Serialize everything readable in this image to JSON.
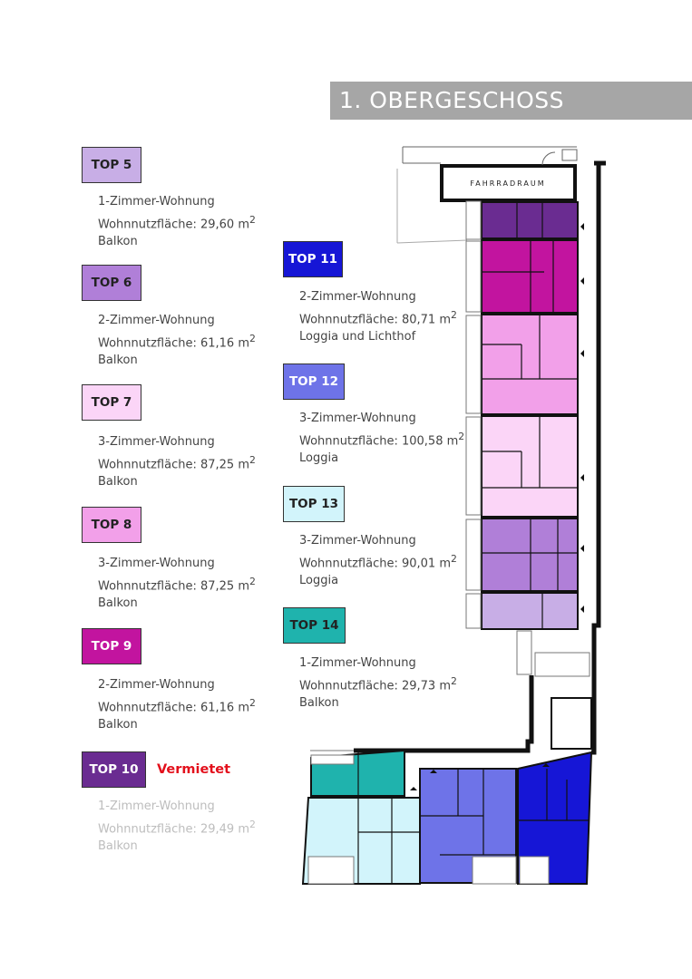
{
  "title": "1. OBERGESCHOSS",
  "room_label": "FAHRRADRAUM",
  "sup": "2",
  "units": [
    {
      "name": "TOP 5",
      "color": "#c8aee6",
      "text_color": "#222",
      "type": "1-Zimmer-Wohnung",
      "area": "Wohnnutzfläche: 29,60 m",
      "extra": "Balkon"
    },
    {
      "name": "TOP 6",
      "color": "#b07fd8",
      "text_color": "#222",
      "type": "2-Zimmer-Wohnung",
      "area": "Wohnnutzfläche: 61,16 m",
      "extra": "Balkon"
    },
    {
      "name": "TOP 7",
      "color": "#fbd5f7",
      "text_color": "#222",
      "type": "3-Zimmer-Wohnung",
      "area": "Wohnnutzfläche: 87,25 m",
      "extra": "Balkon"
    },
    {
      "name": "TOP 8",
      "color": "#f2a0e9",
      "text_color": "#222",
      "type": "3-Zimmer-Wohnung",
      "area": "Wohnnutzfläche: 87,25 m",
      "extra": "Balkon"
    },
    {
      "name": "TOP 9",
      "color": "#c2149f",
      "text_color": "#fff",
      "type": "2-Zimmer-Wohnung",
      "area": "Wohnnutzfläche: 61,16 m",
      "extra": "Balkon"
    },
    {
      "name": "TOP 10",
      "color": "#6a2c91",
      "text_color": "#fff",
      "type": "1-Zimmer-Wohnung",
      "area": "Wohnnutzfläche: 29,49 m",
      "extra": "Balkon",
      "status": "Vermietet"
    },
    {
      "name": "TOP 11",
      "color": "#1616d6",
      "text_color": "#fff",
      "type": "2-Zimmer-Wohnung",
      "area": "Wohnnutzfläche: 80,71 m",
      "extra": "Loggia und Lichthof"
    },
    {
      "name": "TOP 12",
      "color": "#6e73e8",
      "text_color": "#fff",
      "type": "3-Zimmer-Wohnung",
      "area": "Wohnnutzfläche: 100,58 m",
      "extra": "Loggia"
    },
    {
      "name": "TOP 13",
      "color": "#d2f4fb",
      "text_color": "#222",
      "type": "3-Zimmer-Wohnung",
      "area": "Wohnnutzfläche: 90,01 m",
      "extra": "Loggia"
    },
    {
      "name": "TOP 14",
      "color": "#1fb3ad",
      "text_color": "#222",
      "type": "1-Zimmer-Wohnung",
      "area": "Wohnnutzfläche: 29,73 m",
      "extra": "Balkon"
    }
  ]
}
